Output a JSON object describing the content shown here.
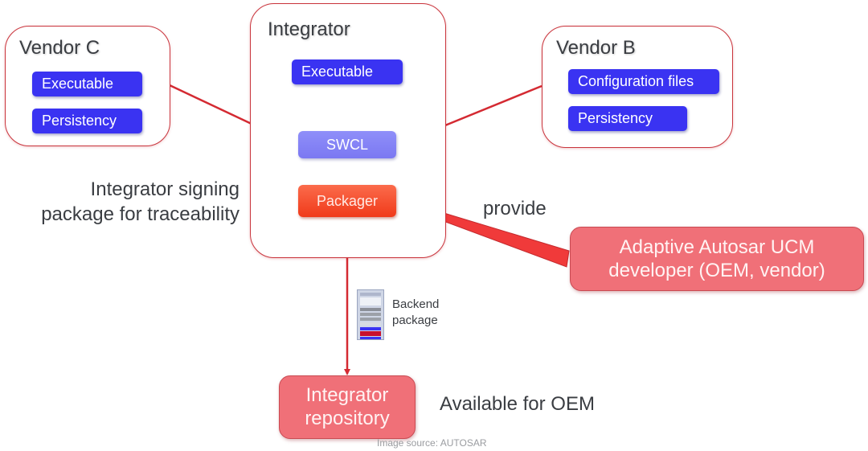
{
  "vendor_c": {
    "title": "Vendor C",
    "items": [
      "Executable",
      "Persistency"
    ]
  },
  "integrator": {
    "title": "Integrator",
    "executable": "Executable",
    "swcl": "SWCL",
    "packager": "Packager"
  },
  "vendor_b": {
    "title": "Vendor B",
    "items": [
      "Configuration files",
      "Persistency"
    ]
  },
  "annotations": {
    "signing_line1": "Integrator signing",
    "signing_line2": "package for traceability",
    "provide": "provide",
    "backend_line1": "Backend",
    "backend_line2": "package",
    "available": "Available for OEM",
    "source": "Image source:  AUTOSAR"
  },
  "ucm_developer": {
    "line1": "Adaptive Autosar UCM",
    "line2": "developer (OEM, vendor)"
  },
  "repository": {
    "line1": "Integrator",
    "line2": "repository"
  },
  "colors": {
    "chip_blue": "#3a33f2",
    "swcl_purple": "#8582f6",
    "packager_red": "#f24a2a",
    "pink_box": "#f07078",
    "outline_red": "#c9343c"
  }
}
